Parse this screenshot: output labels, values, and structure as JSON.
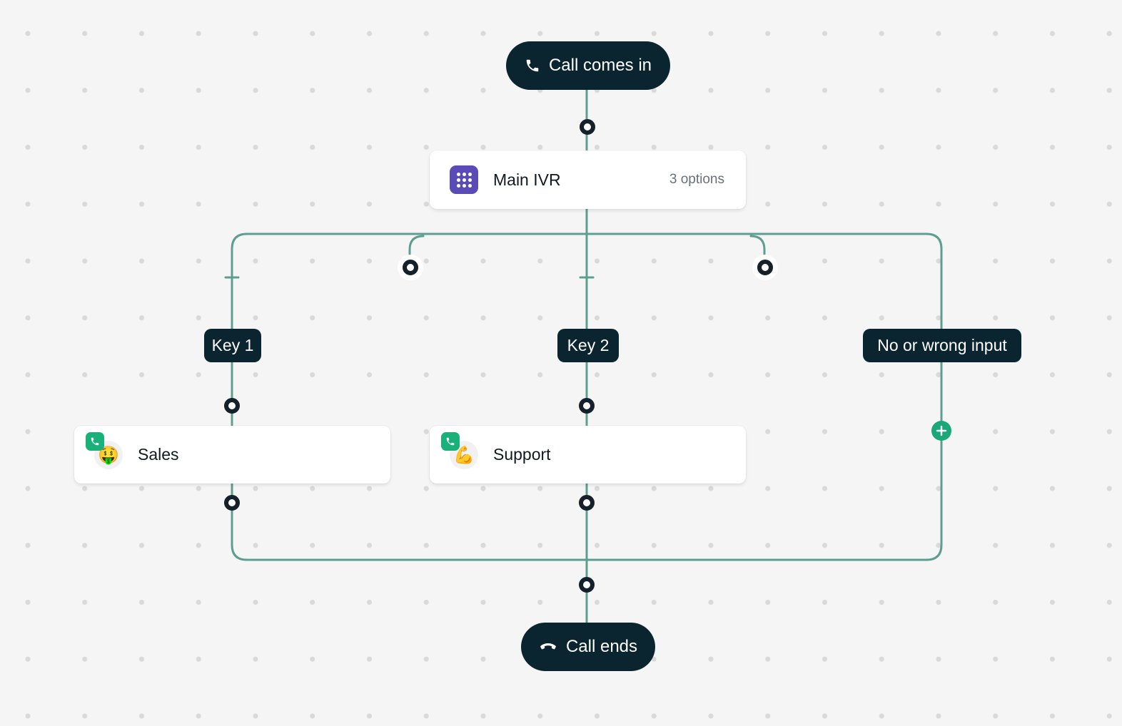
{
  "flow": {
    "start": {
      "label": "Call comes in",
      "icon": "phone-icon"
    },
    "ivr": {
      "title": "Main IVR",
      "meta": "3 options",
      "icon": "keypad-icon"
    },
    "branches": [
      {
        "key": "Key 1",
        "target": "Sales",
        "emoji": "🤑"
      },
      {
        "key": "Key 2",
        "target": "Support",
        "emoji": "💪"
      },
      {
        "key": "No or wrong input",
        "target": ""
      }
    ],
    "end": {
      "label": "Call ends",
      "icon": "hang-up-icon"
    }
  },
  "colors": {
    "canvas": "#f5f5f5",
    "dot": "#d9d9d9",
    "connector": "#5e9e8f",
    "pill": "#0b2530",
    "ivr_icon": "#5b4bb7",
    "badge": "#19b07a",
    "add_button": "#1aa879"
  }
}
